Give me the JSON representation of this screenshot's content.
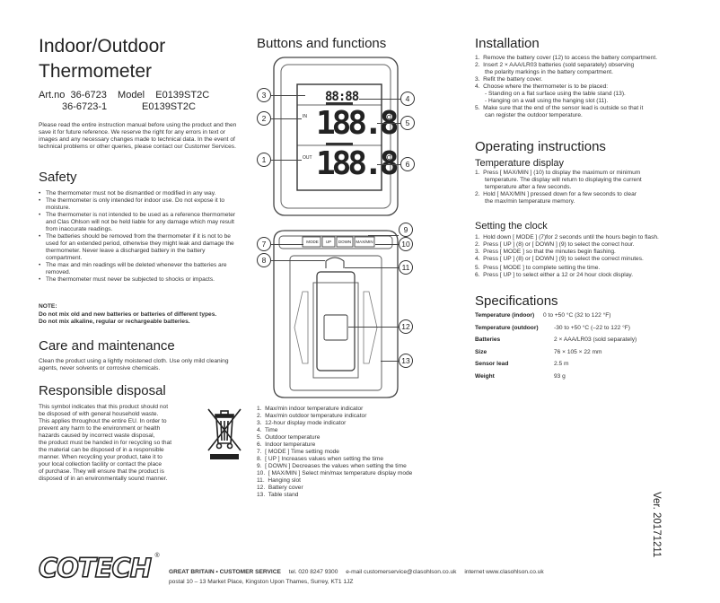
{
  "title": {
    "line1": "Indoor/Outdoor",
    "line2": "Thermometer"
  },
  "art": {
    "row1": "Art.no  36-6723    Model    E0139ST2C",
    "row2a": "36-6723-1",
    "row2b": "E0139ST2C"
  },
  "intro": "Please read the entire instruction manual before using the product and then save it for future reference. We reserve the right for any errors in text or images and any necessary changes made to technical data. In the event of technical problems or other queries, please contact our Customer Services.",
  "safety": {
    "heading": "Safety",
    "items": [
      "The thermometer must not be dismantled or modified in any way.",
      "The thermometer is only intended for indoor use. Do not expose it to moisture.",
      "The thermometer is not intended to be used as a reference thermometer and Clas Ohlson will not be held liable for any damage which may result from inaccurate readings.",
      "The batteries should be removed from the thermometer if it is not to be used for an extended period, otherwise they might leak and damage the thermometer. Never leave a discharged battery in the battery compartment.",
      "The max and min readings will be deleted whenever the batteries are removed.",
      "The thermometer must never be subjected to shocks or impacts."
    ],
    "note_label": "NOTE:",
    "note1": "Do not mix old and new batteries or batteries of different types.",
    "note2": "Do not mix alkaline, regular or rechargeable batteries."
  },
  "care": {
    "heading": "Care and maintenance",
    "text": "Clean the product using a lightly moistened cloth. Use only mild cleaning agents, never solvents or corrosive chemicals."
  },
  "disposal": {
    "heading": "Responsible disposal",
    "lines": [
      "This symbol indicates that this product should not",
      "be disposed of with general household waste.",
      "This applies throughout the entire EU. In order to",
      "prevent any harm to the environment or health",
      "hazards caused by incorrect waste disposal,",
      "the product must be handed in for recycling so that",
      "the material can be disposed of in a responsible",
      "manner. When recycling your product, take it to",
      "your local collection facility or contact the place",
      "of purchase. They will ensure that the product is",
      "disposed of in an environmentally sound manner."
    ]
  },
  "buttons": {
    "heading": "Buttons and functions",
    "device_labels": {
      "mode": "MODE",
      "up": "UP",
      "down": "DOWN",
      "maxmin": "MAX/MIN",
      "unit_top": "°C",
      "unit_bottom": "°C",
      "digits_time": "88:88",
      "digits_temp": "188.8",
      "in_label": "IN",
      "out_label": "OUT"
    },
    "callouts": [
      "1",
      "2",
      "3",
      "4",
      "5",
      "6",
      "7",
      "8",
      "9",
      "10",
      "11",
      "12",
      "13"
    ],
    "list": [
      "1.  Max/min indoor temperature indicator",
      "2.  Max/min outdoor temperature indicator",
      "3.  12-hour display mode indicator",
      "4.  Time",
      "5.  Outdoor temperature",
      "6.  Indoor temperature",
      "7.  [ MODE ] Time setting mode",
      "8.  [ UP ] Increases values when setting the time",
      "9.  [ DOWN ] Decreases the values when setting the time",
      "10.  [ MAX/MIN ] Select min/max temperature display mode",
      "11.  Hanging slot",
      "12.  Battery cover",
      "13.  Table stand"
    ]
  },
  "installation": {
    "heading": "Installation",
    "lines": [
      "1.  Remove the battery cover (12) to access the battery compartment.",
      "2.  Insert 2 × AAA/LR03 batteries (sold separately) observing",
      "      the polarity markings in the battery compartment.",
      "3.  Refit the battery cover.",
      "4.  Choose where the thermometer is to be placed:",
      "      - Standing on a flat surface using the table stand (13).",
      "      - Hanging on a wall using the hanging slot (11).",
      "5.  Make sure that the end of the sensor lead is outside so that it",
      "      can register the outdoor temperature."
    ]
  },
  "operating": {
    "heading": "Operating instructions",
    "temp_heading": "Temperature display",
    "temp_lines": [
      "1.  Press [ MAX/MIN ] (10) to display the maximum or minimum",
      "      temperature. The display will return to displaying the current",
      "      temperature after a few seconds.",
      "2.  Hold [ MAX/MIN ] pressed down for a few seconds to clear",
      "      the max/min temperature memory."
    ],
    "clock_heading": "Setting the clock",
    "clock_lines": [
      "1.  Hold down [ MODE ] (7)for 2 seconds until the hours begin to flash.",
      "2.  Press [ UP ] (8) or [ DOWN ] (9) to select the correct hour.",
      "3.  Press [ MODE ] so that the minutes begin flashing.",
      "4.  Press [ UP ] (8) or [ DOWN ] (9) to select the correct minutes.",
      "5.  Press [ MODE ] to complete setting the time.",
      "6.  Press [ UP ] to select either a 12 or 24 hour clock display."
    ]
  },
  "specs": {
    "heading": "Specifications",
    "rows": [
      {
        "k": "Temperature (indoor)",
        "v": "0 to +50 °C (32 to 122 °F)"
      },
      {
        "k": "Temperature (outdoor)",
        "v": "-30 to +50 °C (–22 to 122 °F)"
      },
      {
        "k": "Batteries",
        "v": "2 × AAA/LR03 (sold separately)"
      },
      {
        "k": "Size",
        "v": "76 × 105 × 22 mm"
      },
      {
        "k": "Sensor lead",
        "v": "2.5 m"
      },
      {
        "k": "Weight",
        "v": "93 g"
      }
    ]
  },
  "version": "Ver. 20171211",
  "footer": {
    "brand": "COTECH",
    "registered": "®",
    "service_label": "GREAT BRITAIN • CUSTOMER SERVICE",
    "tel": "tel. 020 8247 9300",
    "email": "e-mail customerservice@clasohlson.co.uk",
    "internet": "internet www.clasohlson.co.uk",
    "postal": "postal 10 – 13 Market Place, Kingston Upon Thames, Surrey, KT1 1JZ"
  }
}
